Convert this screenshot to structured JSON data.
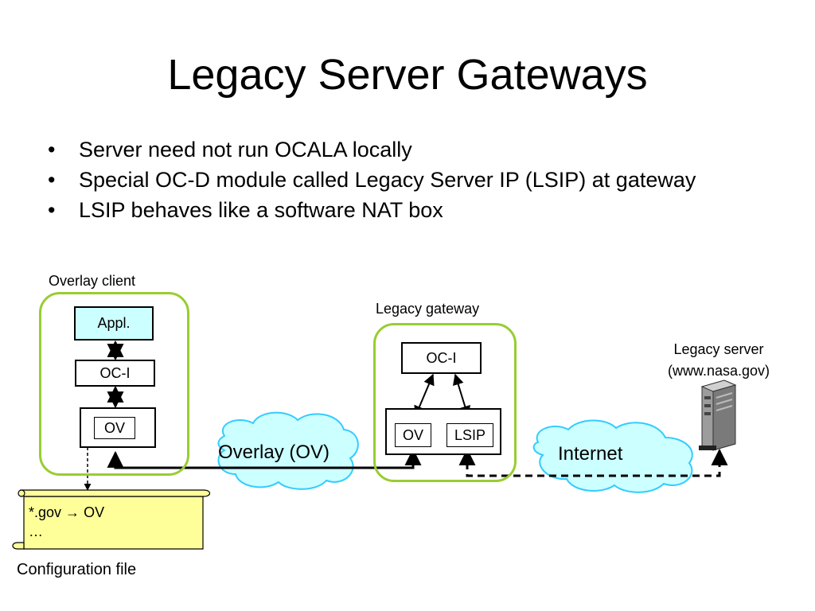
{
  "slide": {
    "title": "Legacy Server Gateways",
    "bullets": [
      "Server need not run OCALA locally",
      "Special OC-D module called Legacy Server IP (LSIP) at gateway",
      "LSIP behaves like a software NAT box"
    ]
  },
  "diagram": {
    "overlay_client": {
      "label": "Overlay client",
      "appl": "Appl.",
      "oci": "OC-I",
      "ov": "OV"
    },
    "legacy_gateway": {
      "label": "Legacy gateway",
      "oci": "OC-I",
      "ov": "OV",
      "lsip": "LSIP"
    },
    "legacy_server": {
      "label_line1": "Legacy server",
      "label_line2": "(www.nasa.gov)",
      "icon": "server-tower-icon"
    },
    "clouds": {
      "overlay": "Overlay (OV)",
      "internet": "Internet"
    },
    "config_file": {
      "line1_left": "*.gov",
      "line1_arrow": "→",
      "line1_right": "OV",
      "line2": "…",
      "caption": "Configuration file"
    },
    "colors": {
      "group_border": "#99cc33",
      "cloud_fill": "#ccffff",
      "cloud_stroke": "#33ccff",
      "appl_fill": "#ccffff",
      "scroll_fill": "#ffff99"
    }
  }
}
